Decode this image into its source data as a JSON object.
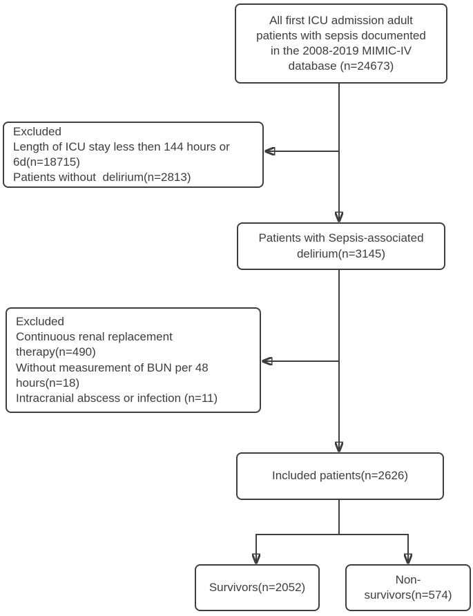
{
  "flowchart": {
    "nodes": {
      "initial": {
        "label": "All first ICU admission adult\npatients with sepsis documented\nin the 2008-2019 MIMIC-IV\ndatabase (n=24673)",
        "n": 24673
      },
      "excluded1": {
        "label": "Excluded\nLength of ICU stay less then 144 hours or\n6d(n=18715)\nPatients without  delirium(n=2813)",
        "n_icu_stay": 18715,
        "n_without_delirium": 2813
      },
      "sad": {
        "label": "Patients with Sepsis-associated\ndelirium(n=3145)",
        "n": 3145
      },
      "excluded2": {
        "label": "Excluded\nContinuous renal replacement\ntherapy(n=490)\nWithout measurement of BUN per 48\nhours(n=18)\nIntracranial abscess or infection (n=11)",
        "n_crrt": 490,
        "n_no_bun": 18,
        "n_intracranial": 11
      },
      "included": {
        "label": "Included patients(n=2626)",
        "n": 2626
      },
      "survivors": {
        "label": "Survivors(n=2052)",
        "n": 2052
      },
      "nonsurvivors": {
        "label": "Non-\nsurvivors(n=574)",
        "n": 574
      }
    },
    "colors": {
      "line": "#3d3d3d",
      "text": "#3d3d3d",
      "background": "#ffffff"
    }
  }
}
